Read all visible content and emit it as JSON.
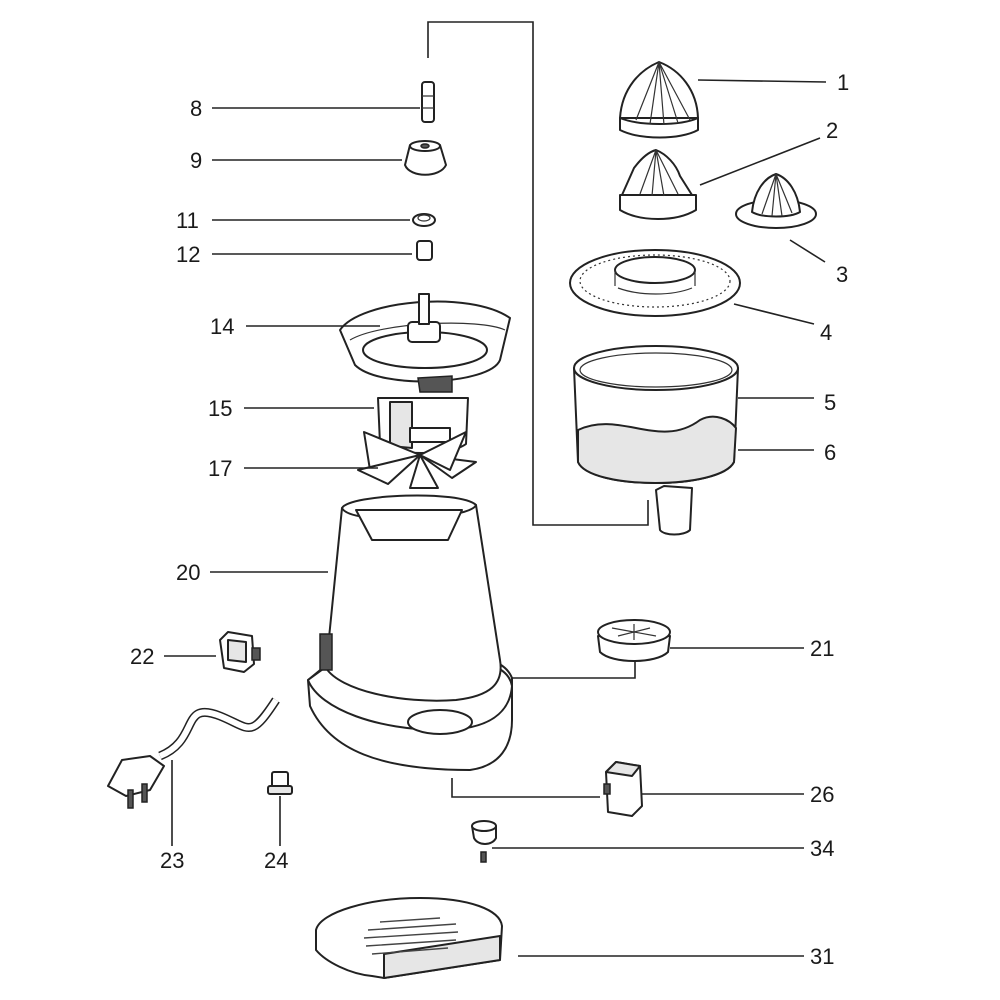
{
  "labels": {
    "p1": "1",
    "p2": "2",
    "p3": "3",
    "p4": "4",
    "p5": "5",
    "p6": "6",
    "p8": "8",
    "p9": "9",
    "p11": "11",
    "p12": "12",
    "p14": "14",
    "p15": "15",
    "p17": "17",
    "p20": "20",
    "p21": "21",
    "p22": "22",
    "p23": "23",
    "p24": "24",
    "p26": "26",
    "p31": "31",
    "p34": "34"
  },
  "colors": {
    "line": "#222222",
    "fill": "#ffffff",
    "shade": "#e6e6e6"
  }
}
